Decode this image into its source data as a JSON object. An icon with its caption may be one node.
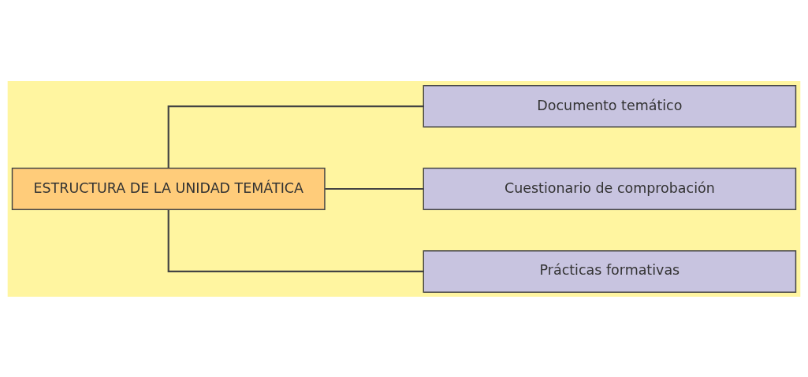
{
  "diagram": {
    "nodes": [
      {
        "text": [
          "ESTRUCTURA DE LA UNIDAD TEMÁTICA"
        ]
      },
      {
        "text": [
          "Documento temático"
        ]
      },
      {
        "text": [
          "Cuestionario de comprobación"
        ]
      },
      {
        "text": [
          "Prácticas formativas"
        ]
      }
    ],
    "edges": [
      {
        "from": 0,
        "to": 1,
        "arrow": "none"
      },
      {
        "from": 0,
        "to": 2,
        "arrow": "none"
      },
      {
        "from": 0,
        "to": 3,
        "arrow": "none"
      }
    ]
  }
}
